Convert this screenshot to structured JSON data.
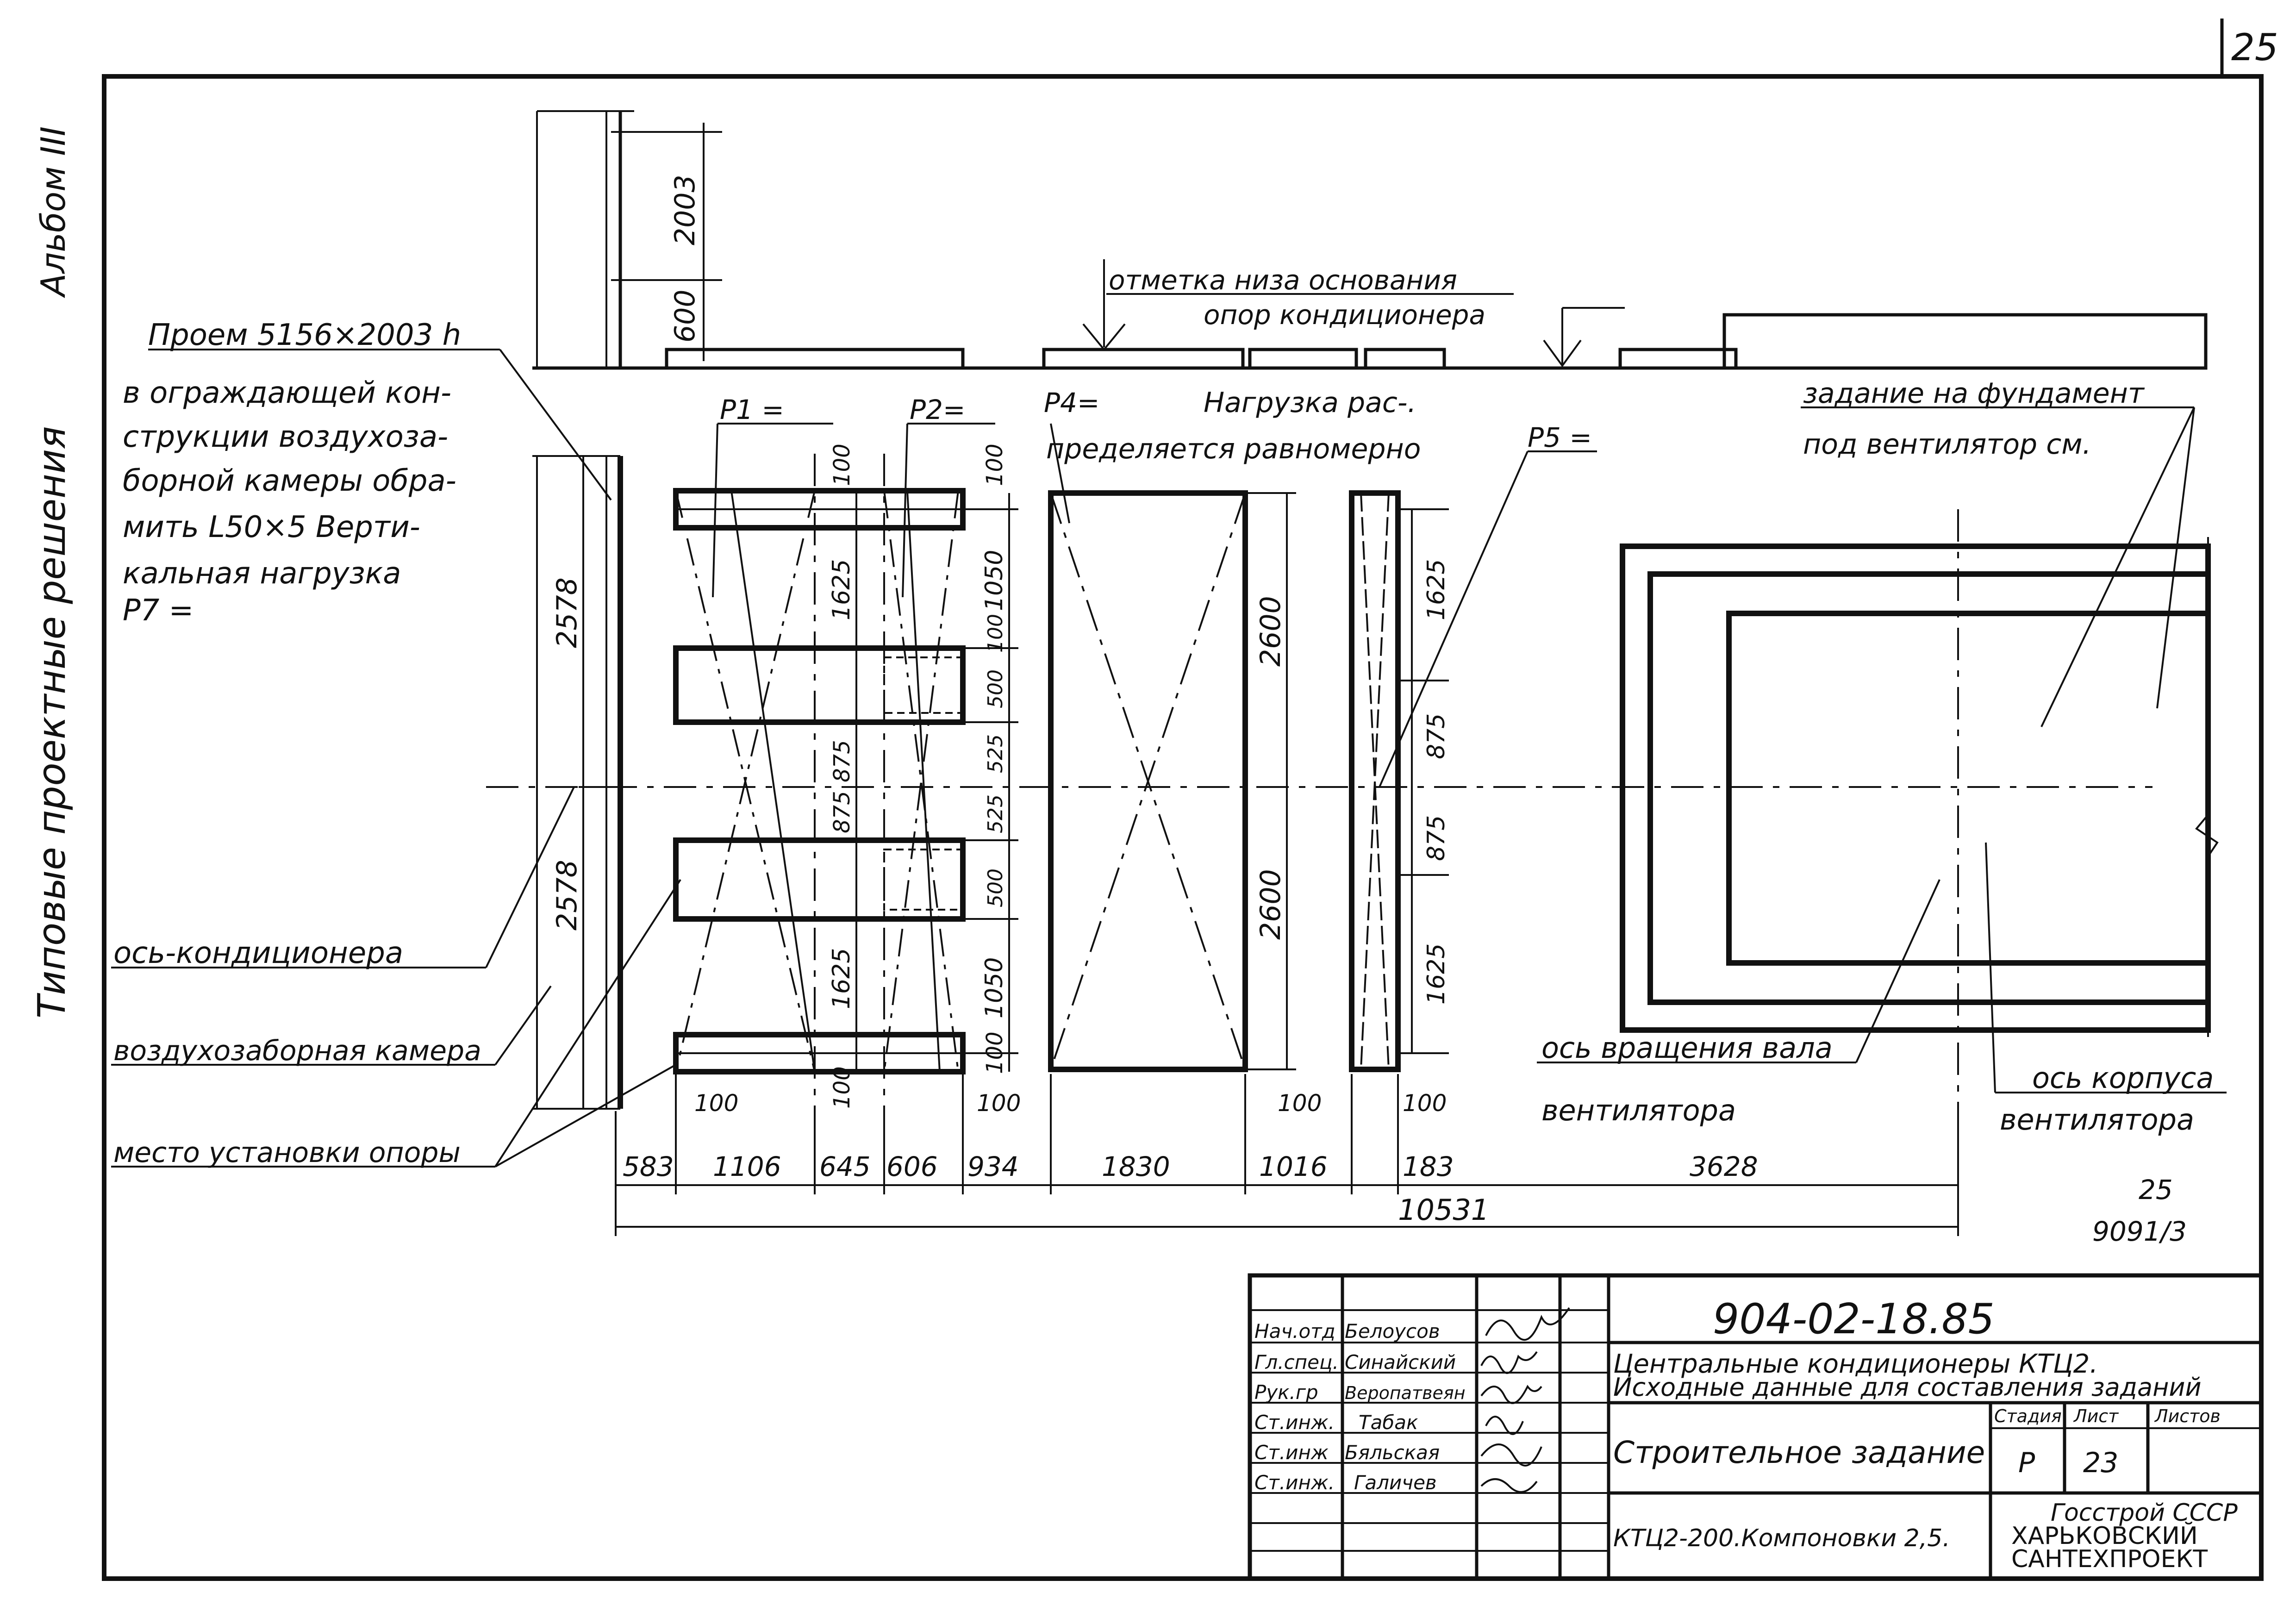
{
  "sheet": {
    "page_number": "25",
    "margin_album": "Альбом III",
    "margin_series": "Типовые проектные решения",
    "stamp_top": "25",
    "stamp_bottom": "9091/3"
  },
  "annotations": {
    "opening_lines": [
      "Проем 5156×2003 h",
      "в ограждающей кон-",
      "струкции воздухоза-",
      "борной камеры обра-",
      "мить L50×5 Верти-",
      "кальная нагрузка",
      "P7 ="
    ],
    "elevation_note_1": "отметка низа основания",
    "elevation_note_2": "опор кондиционера",
    "p1": "P1 =",
    "p2": "P2=",
    "p4": "P4=",
    "p4_note_1": "Нагрузка рас-.",
    "p4_note_2": "пределяется равномерно",
    "p5": "P5 =",
    "foundation_1": "задание на фундамент",
    "foundation_2": "под вентилятор см.",
    "axis_conditioner": "ось-кондиционера",
    "air_chamber": "воздухозаборная камера",
    "support_place": "место установки опоры",
    "shaft_axis_1": "ось вращения вала",
    "shaft_axis_2": "вентилятора",
    "case_axis_1": "ось корпуса",
    "case_axis_2": "вентилятора"
  },
  "dimensions": {
    "top_2003": "2003",
    "top_600": "600",
    "left_2578_a": "2578",
    "left_2578_b": "2578",
    "horizontal": [
      "583",
      "1106",
      "645",
      "606",
      "934",
      "1830",
      "1016",
      "183",
      "3628"
    ],
    "total": "10531",
    "small_100": "100",
    "v_1625": "1625",
    "v_875": "875",
    "v_1050": "1050",
    "v_500": "500",
    "v_525": "525",
    "v_2600": "2600"
  },
  "title_block": {
    "roles": [
      "Нач.отд",
      "Гл.спец.",
      "Рук.гр",
      "Ст.инж.",
      "Ст.инж",
      "Ст.инж."
    ],
    "names": [
      "Белоусов",
      "Синайский",
      "Веропатвеян",
      "Табак",
      "Бяльская",
      "Галичев"
    ],
    "code": "904-02-18.85",
    "title_1": "Центральные кондиционеры КТЦ2.",
    "title_2": "Исходные данные для составления заданий",
    "section": "Строительное задание",
    "col_stage": "Стадия",
    "col_sheet": "Лист",
    "col_sheets": "Листов",
    "stage": "Р",
    "sheet_no": "23",
    "layout": "КТЦ2-200.Компоновки 2,5.",
    "org_1": "Госстрой СССР",
    "org_2": "ХАРЬКОВСКИЙ",
    "org_3": "САНТЕХПРОЕКТ"
  }
}
